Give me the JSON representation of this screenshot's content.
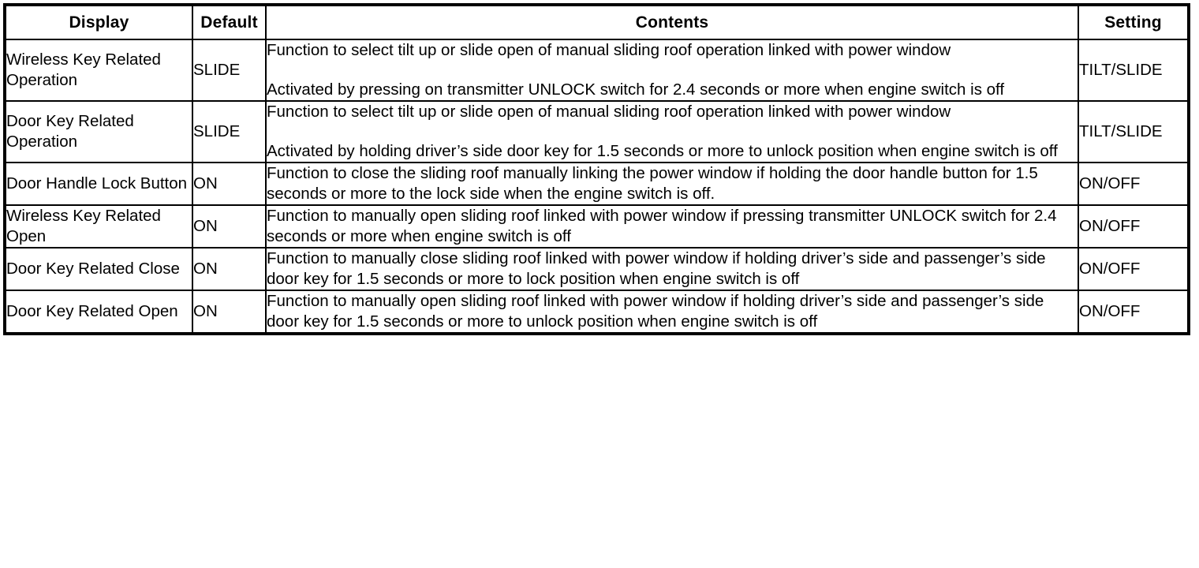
{
  "table": {
    "headers": {
      "display": "Display",
      "default": "Default",
      "contents": "Contents",
      "setting": "Setting"
    },
    "rows": [
      {
        "display": "Wireless Key Related Operation",
        "default": "SLIDE",
        "contents_paragraphs": [
          "Function to select tilt up or slide open of manual sliding roof operation linked with power window",
          "Activated by pressing on transmitter UNLOCK switch for 2.4 seconds or more when engine switch is off"
        ],
        "setting": "TILT/SLIDE"
      },
      {
        "display": "Door Key Related Operation",
        "default": "SLIDE",
        "contents_paragraphs": [
          "Function to select tilt up or slide open of manual sliding roof operation linked with power window",
          "Activated by holding driver’s side door key for 1.5 seconds or more to unlock position when engine switch is off"
        ],
        "setting": "TILT/SLIDE"
      },
      {
        "display": "Door Handle Lock Button",
        "default": "ON",
        "contents_paragraphs": [
          "Function to close the sliding roof manually linking the power window if holding the door handle button for 1.5 seconds or more to the lock side when the engine switch is off."
        ],
        "setting": "ON/OFF"
      },
      {
        "display": "Wireless Key Related Open",
        "default": "ON",
        "contents_paragraphs": [
          "Function to manually open sliding roof linked with power window if pressing transmitter UNLOCK switch for 2.4 seconds or more when engine switch is off"
        ],
        "setting": "ON/OFF"
      },
      {
        "display": "Door Key Related Close",
        "default": "ON",
        "contents_paragraphs": [
          "Function to manually close sliding roof linked with power window if holding driver’s side and passenger’s side door key for 1.5 seconds or more to lock position when engine switch is off"
        ],
        "setting": "ON/OFF"
      },
      {
        "display": "Door Key Related Open",
        "default": "ON",
        "contents_paragraphs": [
          "Function to manually open sliding roof linked with power window if holding driver’s side and passenger’s side door key for 1.5 seconds or more to unlock position when engine switch is off"
        ],
        "setting": "ON/OFF"
      }
    ]
  }
}
